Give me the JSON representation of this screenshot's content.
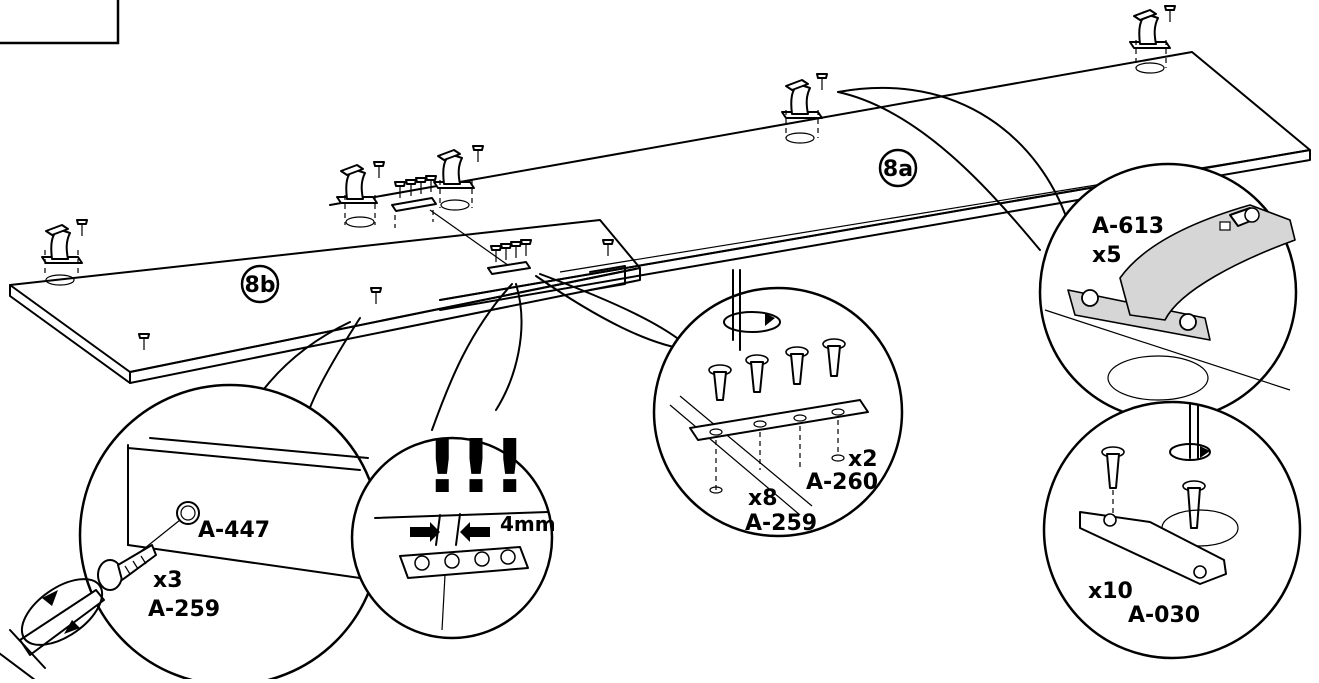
{
  "step": "",
  "labels": {
    "panel_a": "8a",
    "panel_b": "8b",
    "hinge_part": "A-613",
    "hinge_qty": "x5",
    "plate_part": "A-030",
    "plate_qty": "x10",
    "cap_part": "A-447",
    "screw_qty_cap": "x3",
    "screw_part_cap": "A-259",
    "warning": "!!!",
    "gap": "4mm",
    "connector_screw_qty": "x8",
    "connector_screw_part": "A-259",
    "connector_qty": "x2",
    "connector_part": "A-260"
  }
}
